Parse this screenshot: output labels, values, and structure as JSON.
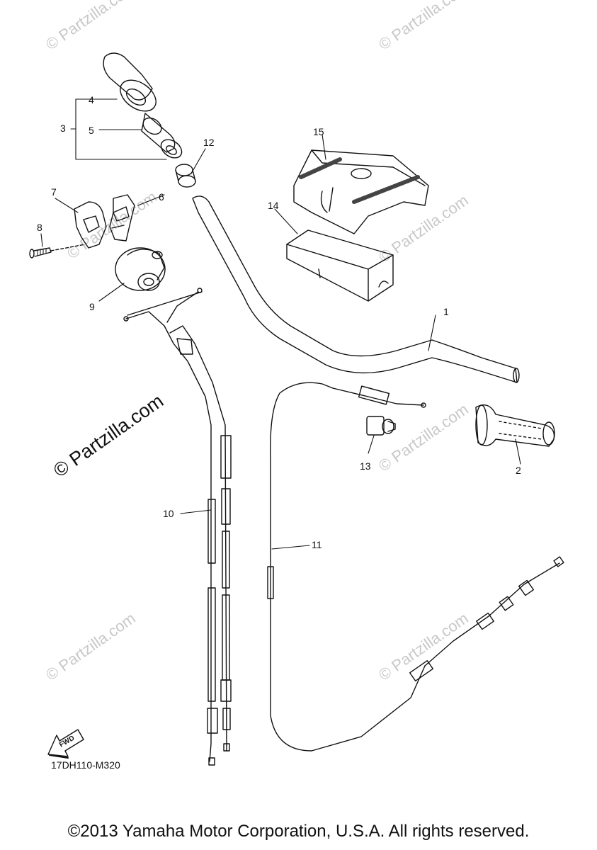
{
  "watermarks": {
    "small": "© Partzilla.com",
    "large": "© Partzilla.com"
  },
  "callouts": [
    {
      "id": "c1",
      "label": "1"
    },
    {
      "id": "c2",
      "label": "2"
    },
    {
      "id": "c3",
      "label": "3"
    },
    {
      "id": "c4",
      "label": "4"
    },
    {
      "id": "c5",
      "label": "5"
    },
    {
      "id": "c6",
      "label": "6"
    },
    {
      "id": "c7",
      "label": "7"
    },
    {
      "id": "c8",
      "label": "8"
    },
    {
      "id": "c9",
      "label": "9"
    },
    {
      "id": "c10",
      "label": "10"
    },
    {
      "id": "c11",
      "label": "11"
    },
    {
      "id": "c12",
      "label": "12"
    },
    {
      "id": "c13",
      "label": "13"
    },
    {
      "id": "c14",
      "label": "14"
    },
    {
      "id": "c15",
      "label": "15"
    }
  ],
  "fwd_label": "FWD",
  "diagram_code": "17DH110-M320",
  "copyright": "©2013 Yamaha Motor Corporation, U.S.A. All rights reserved."
}
